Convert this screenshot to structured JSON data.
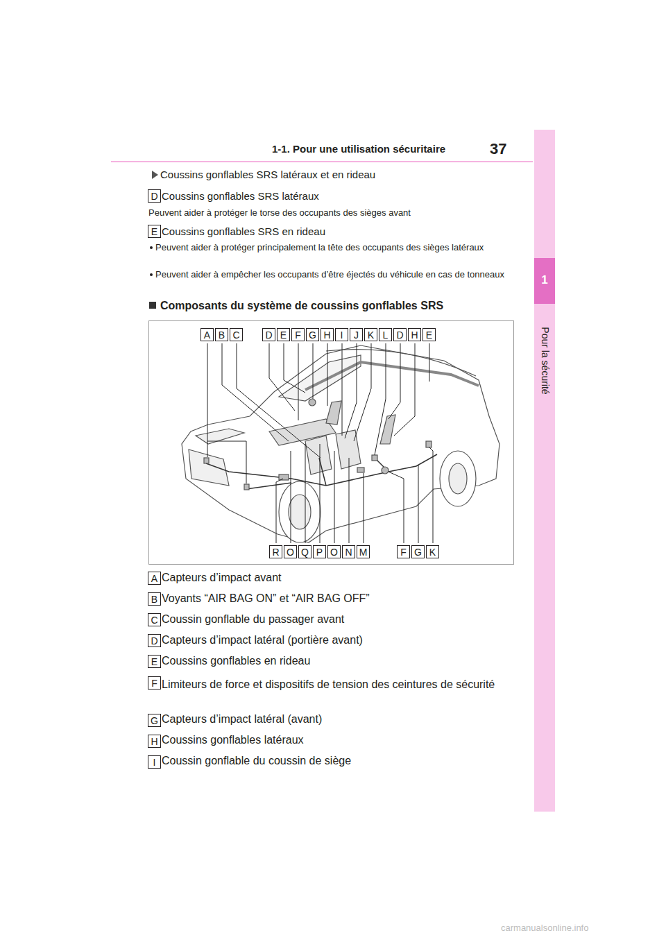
{
  "diagram": {
    "title": "1-1. Pour une utilisation sécuritaire",
    "nodes": [
      {
        "text": [
          "D"
        ]
      },
      {
        "text": [
          "E"
        ]
      },
      {
        "text": [
          "A"
        ]
      },
      {
        "text": [
          "B"
        ]
      },
      {
        "text": [
          "C"
        ]
      },
      {
        "text": [
          "D"
        ]
      },
      {
        "text": [
          "E"
        ]
      },
      {
        "text": [
          "F"
        ]
      },
      {
        "text": [
          "G"
        ]
      },
      {
        "text": [
          "H"
        ]
      },
      {
        "text": [
          "I"
        ]
      },
      {
        "text": [
          "J"
        ]
      },
      {
        "text": [
          "K"
        ]
      },
      {
        "text": [
          "L"
        ]
      },
      {
        "text": [
          "D"
        ]
      },
      {
        "text": [
          "H"
        ]
      },
      {
        "text": [
          "E"
        ]
      },
      {
        "text": [
          "R"
        ]
      },
      {
        "text": [
          "O"
        ]
      },
      {
        "text": [
          "Q"
        ]
      },
      {
        "text": [
          "P"
        ]
      },
      {
        "text": [
          "O"
        ]
      },
      {
        "text": [
          "N"
        ]
      },
      {
        "text": [
          "M"
        ]
      },
      {
        "text": [
          "F"
        ]
      },
      {
        "text": [
          "G"
        ]
      },
      {
        "text": [
          "K"
        ]
      },
      {
        "text": [
          "A"
        ]
      },
      {
        "text": [
          "B"
        ]
      },
      {
        "text": [
          "C"
        ]
      },
      {
        "text": [
          "D"
        ]
      },
      {
        "text": [
          "E"
        ]
      },
      {
        "text": [
          "F"
        ]
      },
      {
        "text": [
          "G"
        ]
      },
      {
        "text": [
          "H"
        ]
      },
      {
        "text": [
          "I"
        ]
      }
    ],
    "labels": [
      "37",
      "1",
      "Pour la sécurité",
      "Coussins gonflables SRS latéraux et en rideau",
      "Coussins gonflables SRS latéraux",
      "Peuvent aider à protéger le torse des occupants des sièges avant",
      "Coussins gonflables SRS en rideau",
      "Peuvent aider à protéger principalement la tête des occupants des sièges latéraux",
      "Peuvent aider à empêcher les occupants d’être éjectés du véhicule en cas de tonneaux",
      "Composants du système de coussins gonflables SRS",
      "Capteurs d’impact avant",
      "Voyants “AIR BAG ON” et “AIR BAG OFF”",
      "Coussin gonflable du passager avant",
      "Capteurs d’impact latéral (portière avant)",
      "Coussins gonflables en rideau",
      "Limiteurs de force et dispositifs de tension des ceintures de sécurité",
      "Capteurs d’impact latéral (avant)",
      "Coussins gonflables latéraux",
      "Coussin gonflable du coussin de siège",
      "carmanualsonline.info"
    ]
  }
}
